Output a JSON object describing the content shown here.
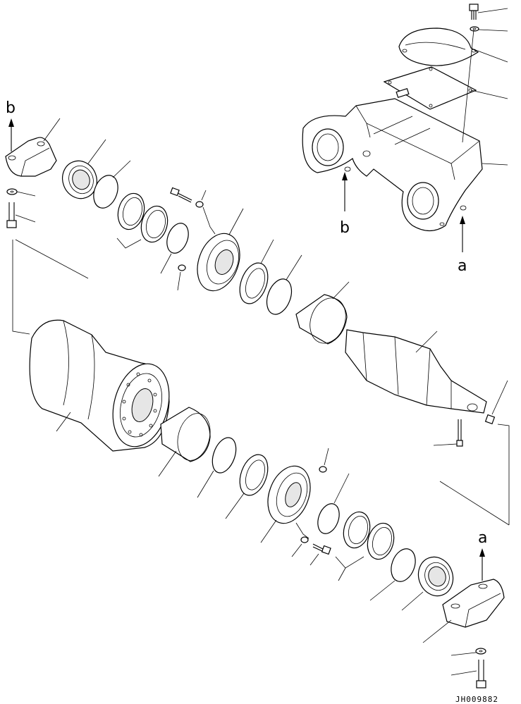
{
  "diagram": {
    "reference_labels": {
      "a_top": "a",
      "a_bottom": "a",
      "b_left": "b",
      "b_frame": "b"
    },
    "drawing_code": "JH009882"
  }
}
